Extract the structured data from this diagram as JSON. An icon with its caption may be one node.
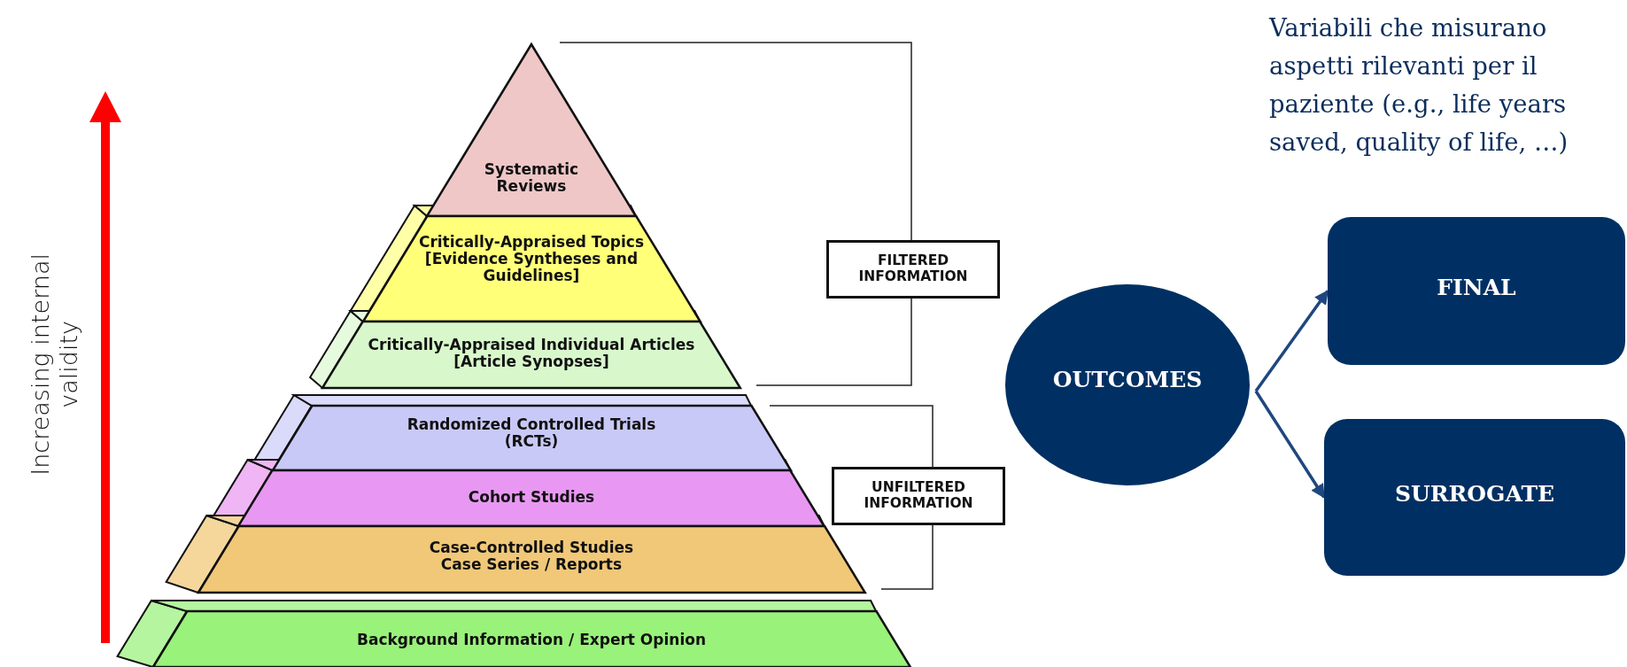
{
  "diagram": {
    "nodes": [
      {
        "text": [
          "Systematic Reviews"
        ]
      },
      {
        "text": [
          "Critically-Appraised Topics [Evidence Syntheses and Guidelines]"
        ]
      },
      {
        "text": [
          "Critically-Appraised Individual Articles [Article Synopses]"
        ]
      },
      {
        "text": [
          "Randomized Controlled Trials (RCTs)"
        ]
      },
      {
        "text": [
          "Cohort Studies"
        ]
      },
      {
        "text": [
          "Case-Controlled Studies Case Series / Reports"
        ]
      },
      {
        "text": [
          "Background Information / Expert Opinion"
        ]
      },
      {
        "text": [
          "FILTERED INFORMATION"
        ]
      },
      {
        "text": [
          "UNFILTERED INFORMATION"
        ]
      },
      {
        "text": [
          "OUTCOMES"
        ]
      },
      {
        "text": [
          "FINAL"
        ]
      },
      {
        "text": [
          "SURROGATE"
        ]
      }
    ],
    "edges": [
      {
        "from": 9,
        "to": 10,
        "arrow": "to"
      },
      {
        "from": 9,
        "to": 11,
        "arrow": "to"
      }
    ],
    "labels": [
      "Increasing internal validity",
      "Variabili che misurano aspetti rilevanti per il paziente (e.g., life years saved, quality of life, …)"
    ]
  }
}
